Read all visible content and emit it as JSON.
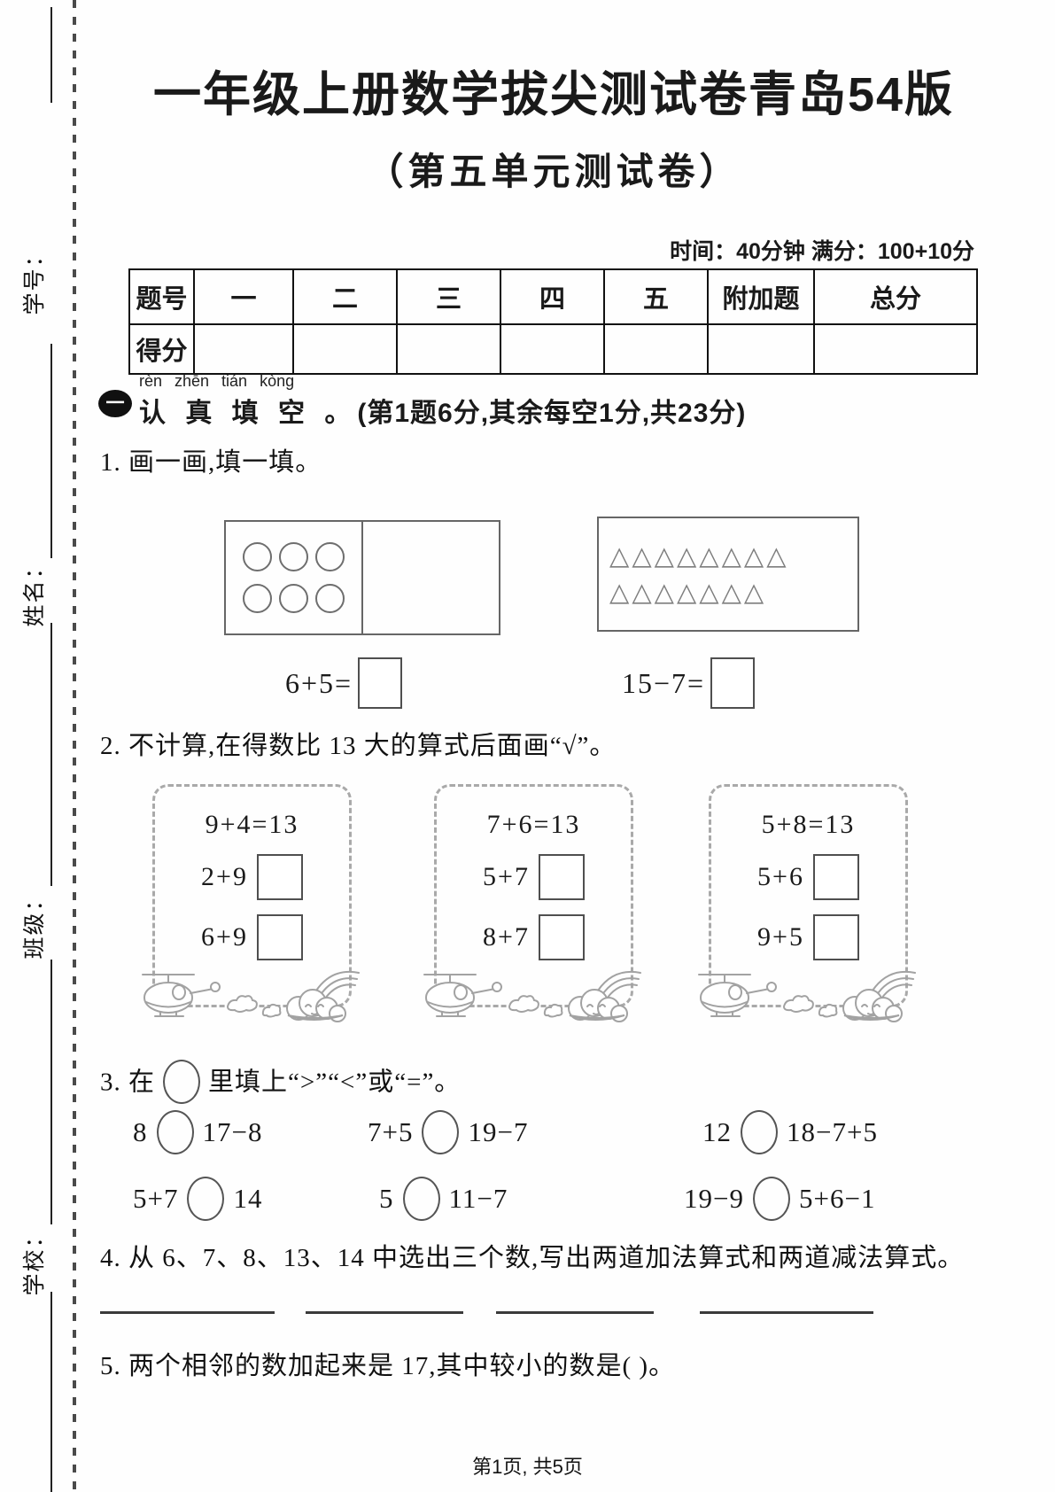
{
  "page": {
    "title": "一年级上册数学拔尖测试卷青岛54版",
    "subtitle": "（第五单元测试卷）",
    "meta": "时间：40分钟  满分：100+10分",
    "footer": "第1页, 共5页"
  },
  "colors": {
    "text": "#1a1a1a",
    "table_line": "#111111",
    "decoration": "#a2a2a2"
  },
  "shapes": {
    "triangle_glyph": "△",
    "circle_glyph": "○"
  },
  "margin_labels": [
    {
      "label": "学号："
    },
    {
      "label": "姓名："
    },
    {
      "label": "班级："
    },
    {
      "label": "学校："
    }
  ],
  "score_table": {
    "headers": [
      "题号",
      "一",
      "二",
      "三",
      "四",
      "五",
      "附加题",
      "总分"
    ],
    "row_label": "得分"
  },
  "section_one": {
    "pinyin": "rèn zhēn tián kòng",
    "badge": "一",
    "title": "认 真 填 空 。",
    "note": "(第1题6分,其余每空1分,共23分)"
  },
  "q1": {
    "text": "1. 画一画,填一填。",
    "circles": {
      "rows": [
        3,
        3
      ]
    },
    "triangles": {
      "rows": [
        8,
        7
      ]
    },
    "equations": [
      {
        "expr": "6+5="
      },
      {
        "expr": "15−7="
      }
    ]
  },
  "q2": {
    "text": "2. 不计算,在得数比 13 大的算式后面画“√”。",
    "cards": [
      {
        "given": "9+4=13",
        "items": [
          "2+9",
          "6+9"
        ]
      },
      {
        "given": "7+6=13",
        "items": [
          "5+7",
          "8+7"
        ]
      },
      {
        "given": "5+8=13",
        "items": [
          "5+6",
          "9+5"
        ]
      }
    ]
  },
  "q3": {
    "text_prefix": "3. 在",
    "text_suffix": "里填上“>”“<”或“=”。",
    "rows": [
      [
        {
          "left": "8",
          "right": "17−8"
        },
        {
          "left": "7+5",
          "right": "19−7"
        },
        {
          "left": "12",
          "right": "18−7+5"
        }
      ],
      [
        {
          "left": "5+7",
          "right": "14"
        },
        {
          "left": "5",
          "right": "11−7"
        },
        {
          "left": "19−9",
          "right": "5+6−1"
        }
      ]
    ]
  },
  "q4": {
    "text": "4. 从 6、7、8、13、14 中选出三个数,写出两道加法算式和两道减法算式。",
    "blanks": 4
  },
  "q5": {
    "text": "5. 两个相邻的数加起来是 17,其中较小的数是(        )。"
  }
}
